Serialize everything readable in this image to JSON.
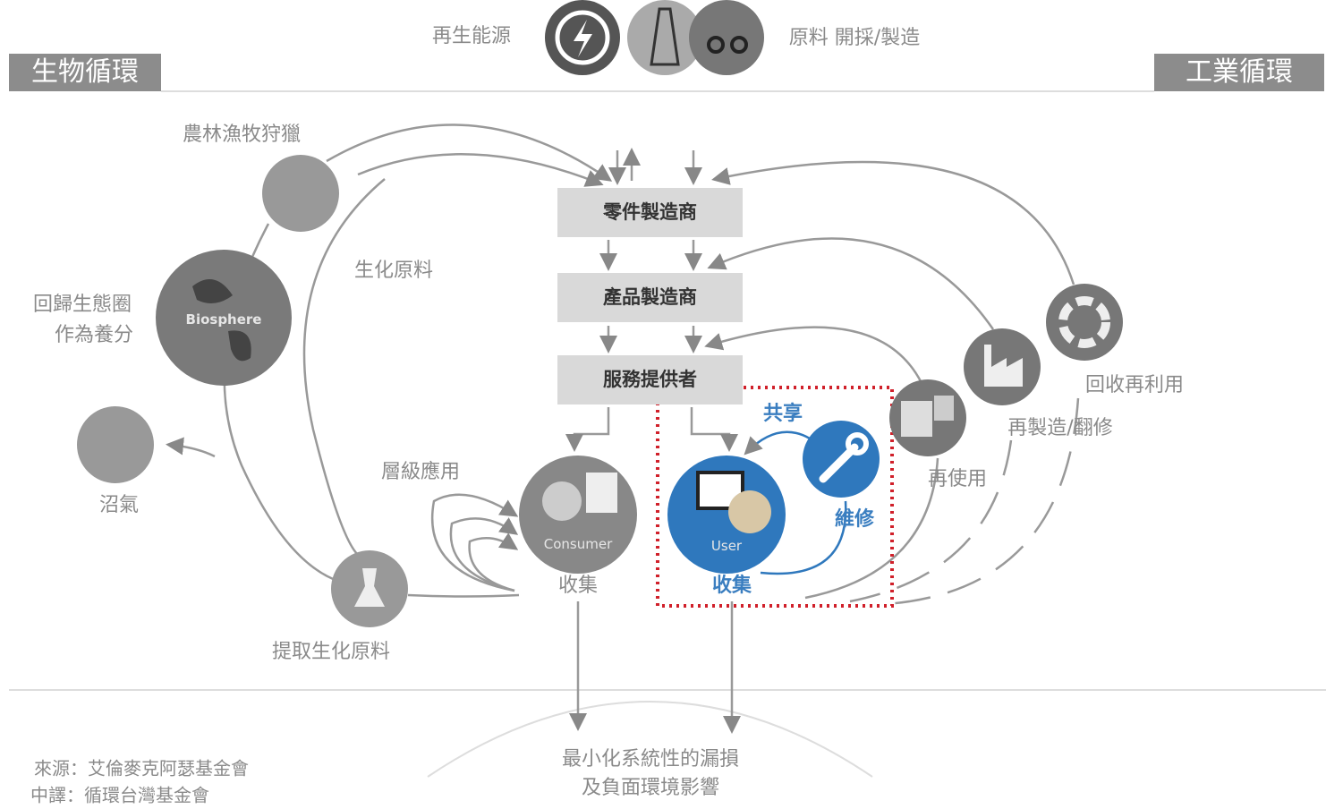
{
  "header": {
    "renewable": "再生能源",
    "materials": "原料 開採/製造"
  },
  "tags": {
    "bio": "生物循環",
    "tech": "工業循環"
  },
  "boxes": {
    "parts": "零件製造商",
    "product": "產品製造商",
    "service": "服務提供者"
  },
  "bio": {
    "farming": "農林漁牧狩獵",
    "biochem": "生化原料",
    "regen1": "回歸生態圈",
    "regen2": "作為養分",
    "biosphere": "Biosphere",
    "biogas": "沼氣",
    "cascades": "層級應用",
    "extraction": "提取生化原料"
  },
  "consumer": {
    "label": "Consumer",
    "collect": "收集"
  },
  "user": {
    "label": "User",
    "collect": "收集",
    "share": "共享",
    "maintain": "維修"
  },
  "tech": {
    "reuse": "再使用",
    "remanufacture": "再製造/翻修",
    "recycle": "回收再利用"
  },
  "footer": {
    "leak1": "最小化系統性的漏損",
    "leak2": "及負面環境影響",
    "source": "來源：艾倫麥克阿瑟基金會",
    "translation": "中譯：循環台灣基金會"
  },
  "colors": {
    "gray": "#8c8c8c",
    "dark": "#6e6e6e",
    "blue": "#2f78bd",
    "red": "#d0202a"
  }
}
